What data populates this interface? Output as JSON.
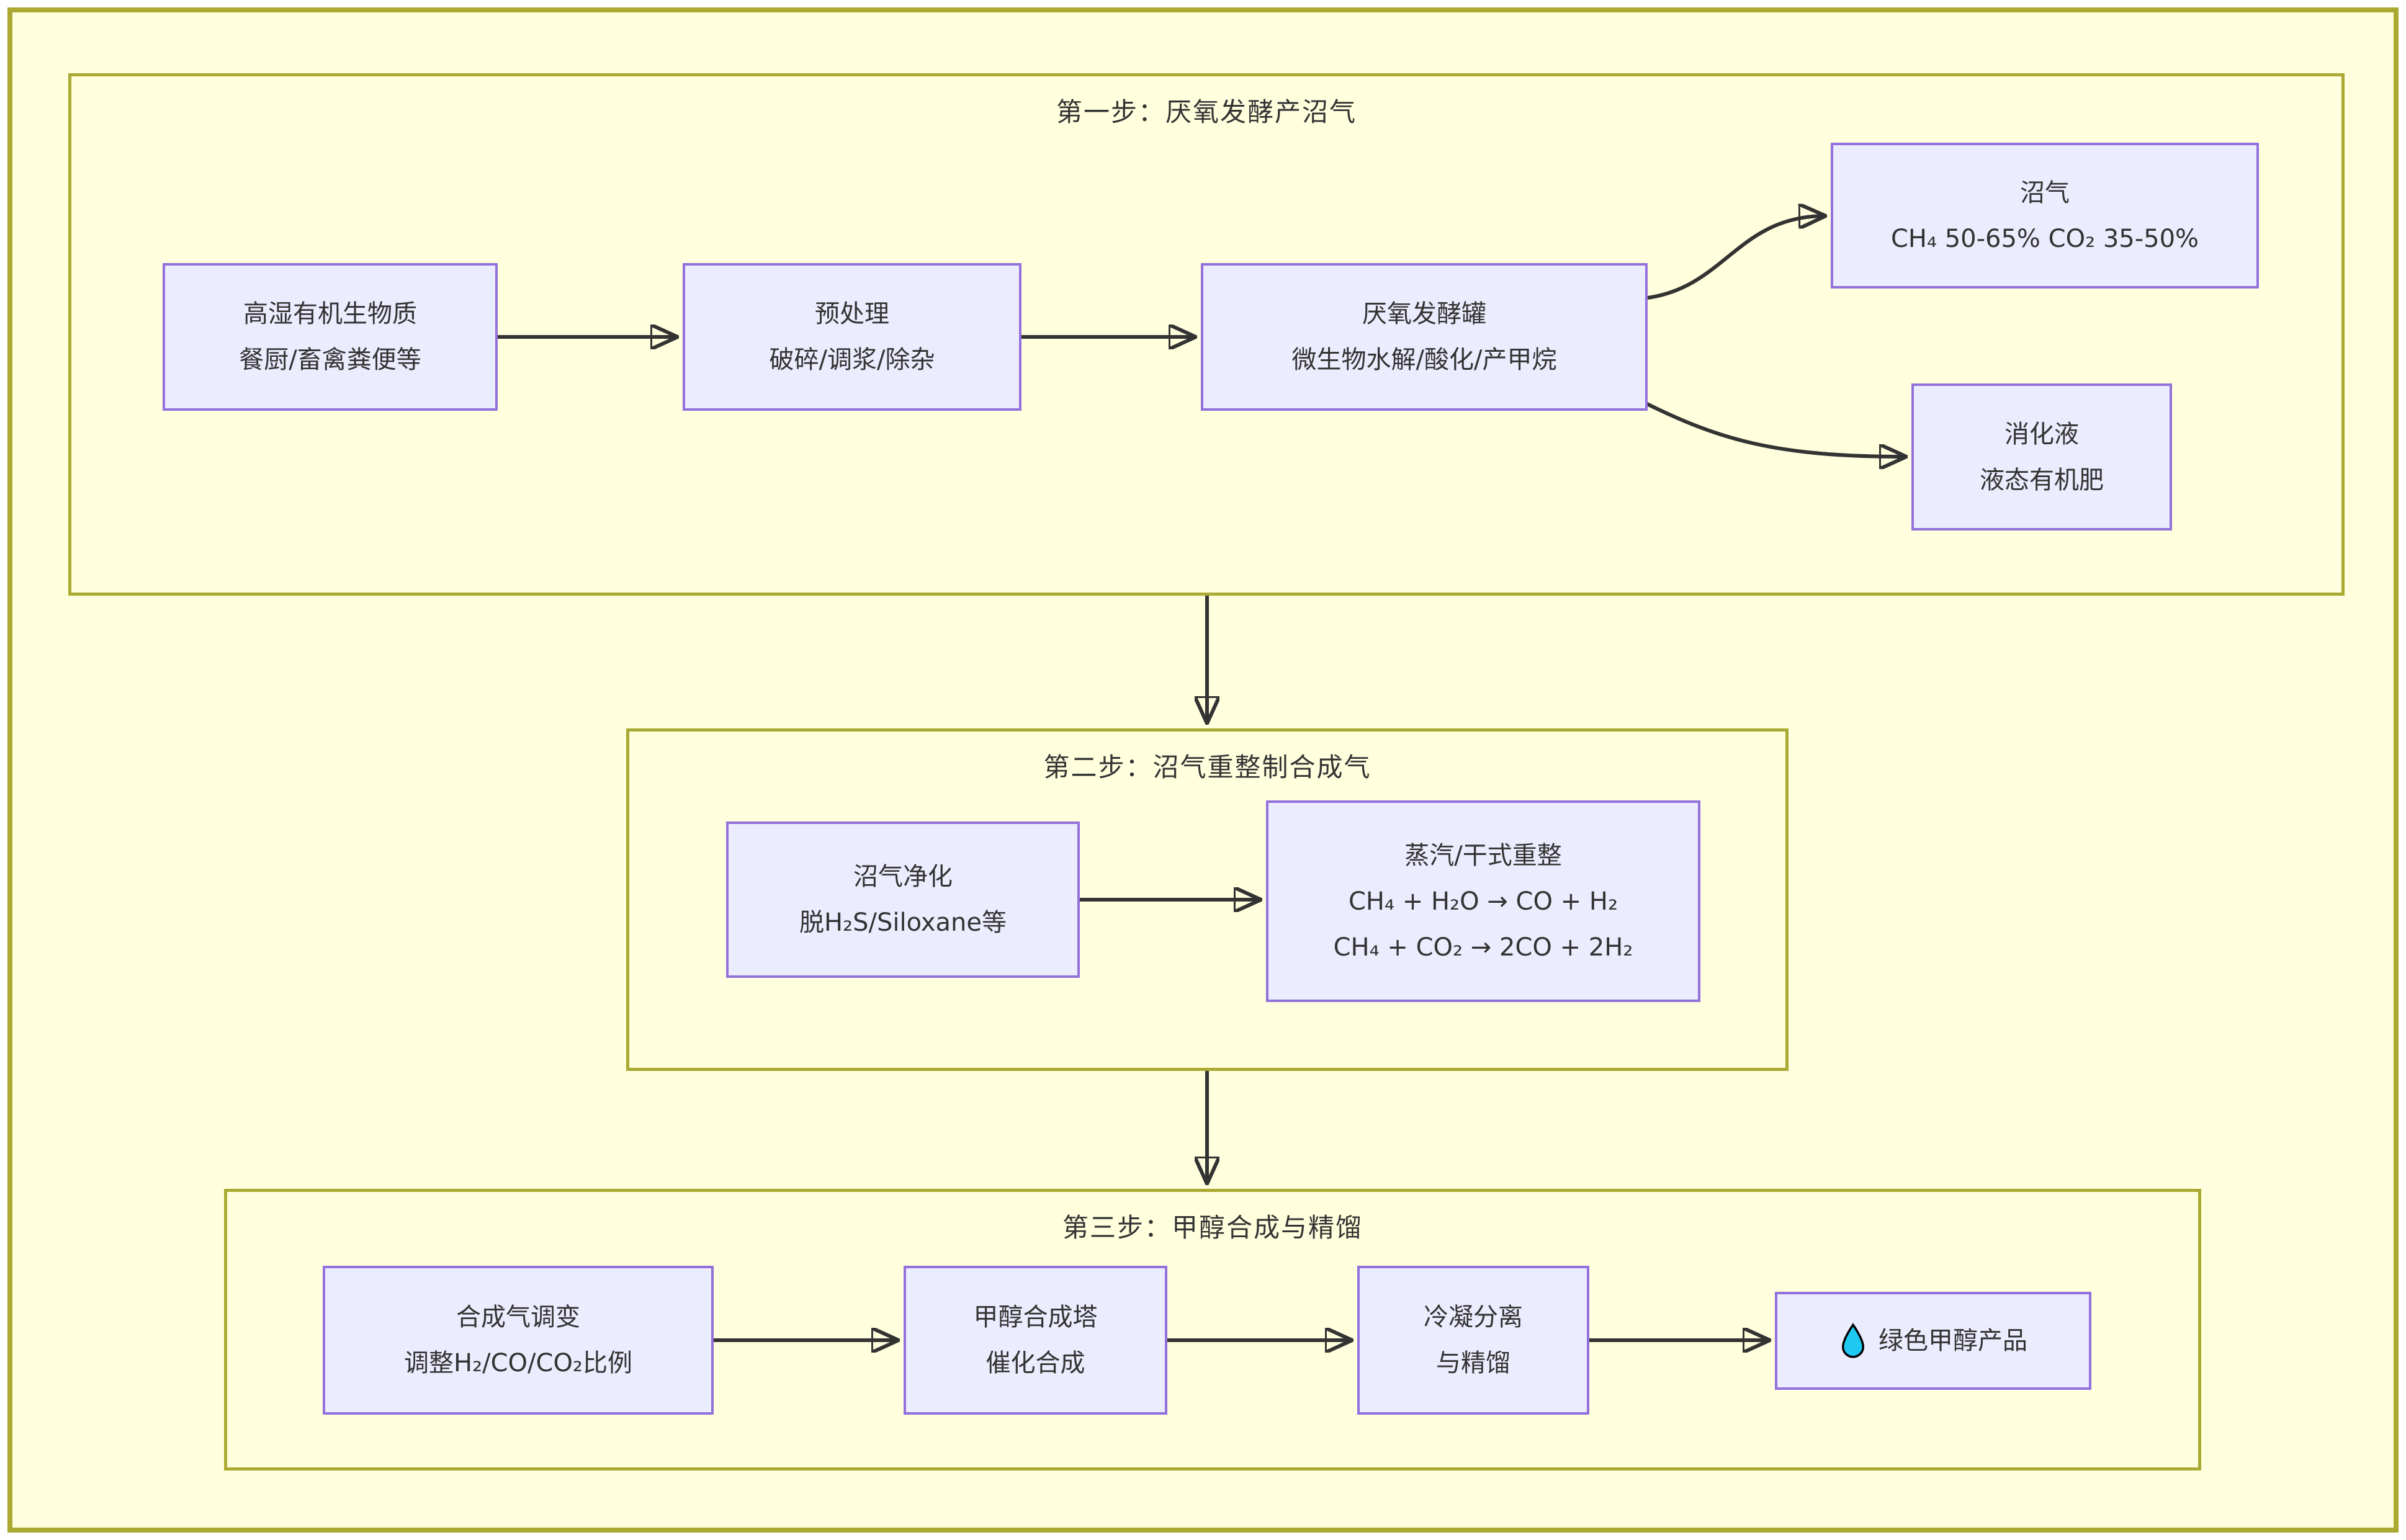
{
  "colors": {
    "background": "#ffffde",
    "outer_background": "#ffffff",
    "section_border": "#aaaa33",
    "node_fill": "#ececff",
    "node_border": "#9370db",
    "edge": "#333333",
    "text": "#333333",
    "droplet": "#1ec9f2"
  },
  "sections": {
    "step1": {
      "title": "第一步：厌氧发酵产沼气"
    },
    "step2": {
      "title": "第二步：沼气重整制合成气"
    },
    "step3": {
      "title": "第三步：甲醇合成与精馏"
    }
  },
  "nodes": {
    "biomass": {
      "lines": [
        "高湿有机生物质",
        "餐厨/畜禽粪便等"
      ]
    },
    "pretreatment": {
      "lines": [
        "预处理",
        "破碎/调浆/除杂"
      ]
    },
    "digester": {
      "lines": [
        "厌氧发酵罐",
        "微生物水解/酸化/产甲烷"
      ]
    },
    "biogas": {
      "lines": [
        "沼气",
        "CH₄ 50-65% CO₂ 35-50%"
      ]
    },
    "digestate": {
      "lines": [
        "消化液",
        "液态有机肥"
      ]
    },
    "purification": {
      "lines": [
        "沼气净化",
        "脱H₂S/Siloxane等"
      ]
    },
    "reforming": {
      "lines": [
        "蒸汽/干式重整",
        "CH₄ + H₂O → CO + H₂",
        "CH₄ + CO₂ → 2CO + 2H₂"
      ]
    },
    "conditioning": {
      "lines": [
        "合成气调变",
        "调整H₂/CO/CO₂比例"
      ]
    },
    "synthesis": {
      "lines": [
        "甲醇合成塔",
        "催化合成"
      ]
    },
    "condensation": {
      "lines": [
        "冷凝分离",
        "与精馏"
      ]
    },
    "product": {
      "icon": "droplet-icon",
      "label": "绿色甲醇产品"
    }
  }
}
